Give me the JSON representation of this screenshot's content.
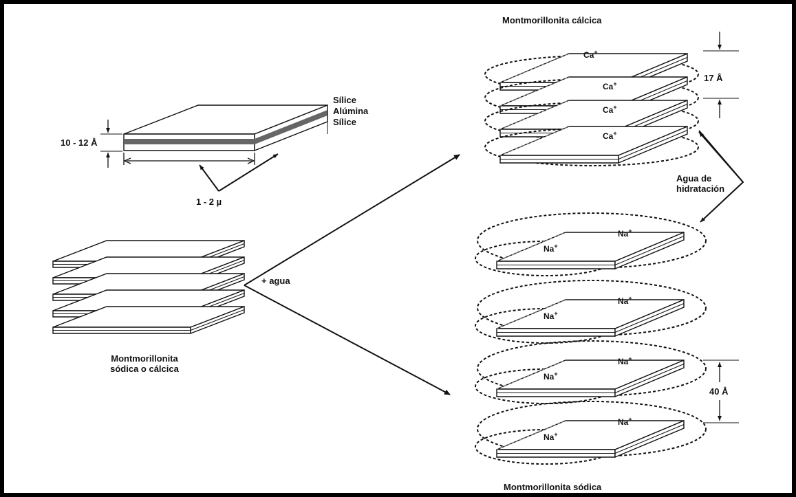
{
  "labels": {
    "silice_top": "Sílice",
    "alumina": "Alúmina",
    "silice_bottom": "Sílice",
    "thickness": "10 - 12 Å",
    "width": "1 - 2 µ",
    "source": [
      "Montmorillonita",
      "sódica o cálcica"
    ],
    "water": "+ agua",
    "calcic_title": "Montmorillonita cálcica",
    "calcic_spacing": "17 Å",
    "hydration": [
      "Agua de",
      "hidratación"
    ],
    "sodic_spacing": "40 Å",
    "sodic_title": "Montmorillonita sódica"
  },
  "ions": {
    "calcium": "Ca",
    "sodium": "Na"
  },
  "colors": {
    "line": "#111111",
    "frame": "#000000",
    "alumina_band": "#666666",
    "guide": "#999999"
  }
}
